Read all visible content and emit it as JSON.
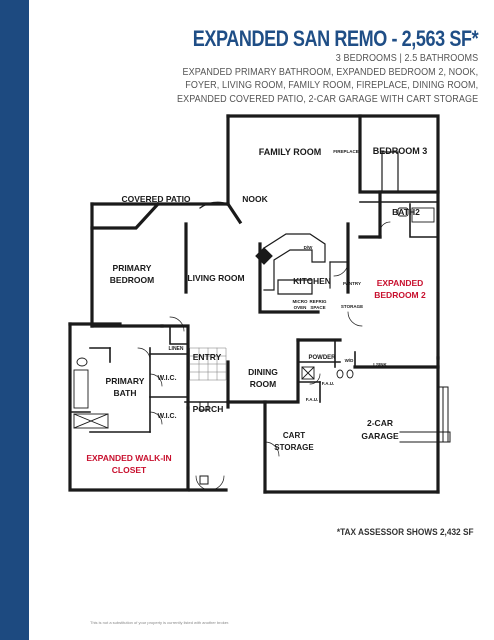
{
  "header": {
    "title": "EXPANDED SAN REMO - 2,563 SF*",
    "lines": [
      "3 BEDROOMS | 2.5 BATHROOMS",
      "EXPANDED PRIMARY BATHROOM, EXPANDED BEDROOM 2, NOOK,",
      "FOYER, LIVING ROOM, FAMILY ROOM, FIREPLACE, DINING ROOM,",
      "EXPANDED COVERED PATIO, 2-CAR GARAGE WITH CART STORAGE"
    ]
  },
  "rooms": {
    "family_room": "FAMILY ROOM",
    "fireplace": "FIREPLACE",
    "bedroom3": "BEDROOM 3",
    "covered_patio": "COVERED PATIO",
    "nook": "NOOK",
    "bath2": "BATH2",
    "primary_bedroom_1": "PRIMARY",
    "primary_bedroom_2": "BEDROOM",
    "living_room": "LIVING ROOM",
    "kitchen": "KITCHEN",
    "dw": "D/W",
    "pantry": "PANTRY",
    "storage": "STORAGE",
    "micro_oven_1": "MICRO",
    "micro_oven_2": "OVEN",
    "refrig_1": "REFRIG",
    "refrig_2": "SPACE",
    "expanded_bedroom2_1": "EXPANDED",
    "expanded_bedroom2_2": "BEDROOM 2",
    "linen": "LINEN",
    "entry": "ENTRY",
    "powder": "POWDER",
    "wd": "W/D",
    "lsink": "LSINK",
    "primary_bath_1": "PRIMARY",
    "primary_bath_2": "BATH",
    "wic_top": "W.I.C.",
    "wic_bottom": "W.I.C.",
    "dining_room_1": "DINING",
    "dining_room_2": "ROOM",
    "fau_1": "F.A.U.",
    "fau_2": "F.A.U.",
    "porch": "PORCH",
    "cart_storage_1": "CART",
    "cart_storage_2": "STORAGE",
    "garage_1": "2-CAR",
    "garage_2": "GARAGE",
    "expanded_walkin_1": "EXPANDED WALK-IN",
    "expanded_walkin_2": "CLOSET"
  },
  "footnote": "*TAX ASSESSOR SHOWS 2,432 SF",
  "disclaimer": "This is not a substitution of your property is currently listed with another broker.",
  "colors": {
    "sidebar": "#1d4a80",
    "title": "#1f4e86",
    "expanded_label": "#c8102e",
    "wall": "#1a1a1a"
  }
}
